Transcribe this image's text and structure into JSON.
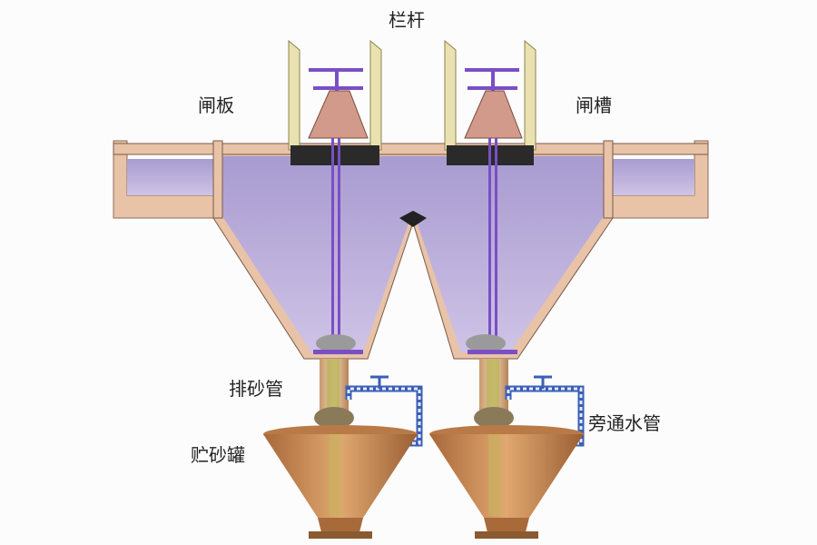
{
  "labels": {
    "railing": "栏杆",
    "gate_plate": "闸板",
    "gate_slot": "闸槽",
    "sand_pipe": "排砂管",
    "bypass_pipe": "旁通水管",
    "sand_tank": "贮砂罐"
  },
  "colors": {
    "water": "#b7a9d6",
    "wall": "#e8c3a8",
    "frame": "#e9e2b0",
    "cone": "#d29a8a",
    "rod": "#7a4fc4",
    "tank": "#c98a55",
    "bypass": "#3a5fb8"
  }
}
